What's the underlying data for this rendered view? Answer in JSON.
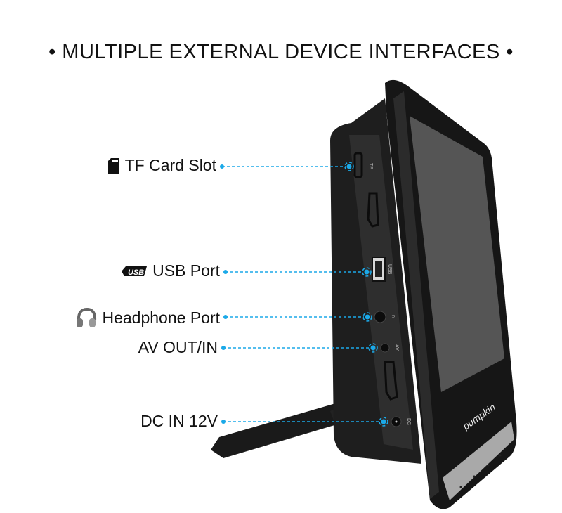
{
  "title": "• MULTIPLE EXTERNAL DEVICE INTERFACES •",
  "callouts": {
    "tf": {
      "label": "TF Card Slot",
      "icon": "sd-card-icon"
    },
    "usb": {
      "label": "USB Port",
      "icon": "usb-icon"
    },
    "headphone": {
      "label": "Headphone Port",
      "icon": "headphone-icon"
    },
    "av": {
      "label": "AV OUT/IN"
    },
    "dc": {
      "label": "DC IN 12V"
    }
  },
  "device": {
    "port_labels": {
      "tf": "TF",
      "usb": "USB",
      "av": "AV",
      "dc": "DC"
    },
    "brand": "pumpkin"
  },
  "colors": {
    "accent": "#1ba9e8",
    "body": "#1c1c1c",
    "screen": "#555555"
  }
}
